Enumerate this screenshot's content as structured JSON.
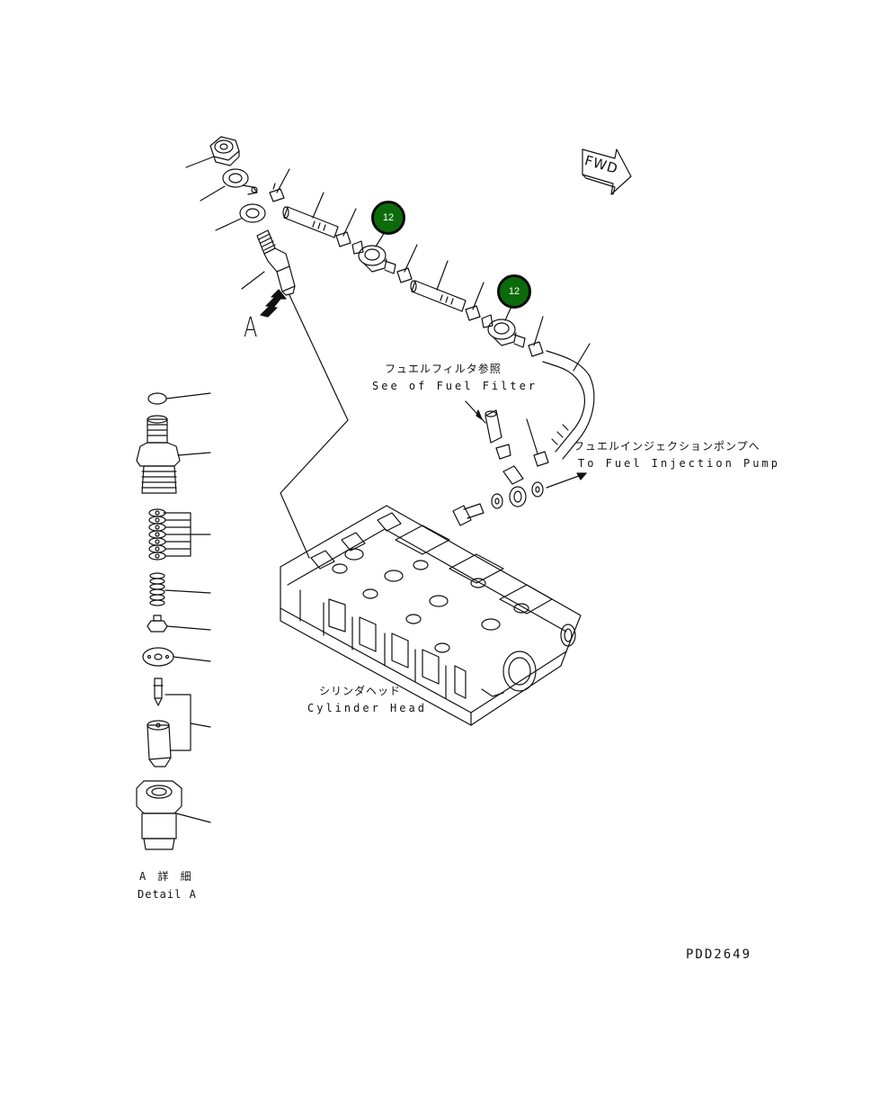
{
  "diagram": {
    "callouts": [
      "12",
      "12"
    ],
    "labels": {
      "fuel_filter_jp": "フュエルフィルタ参照",
      "fuel_filter_en": "See of Fuel Filter",
      "injection_pump_jp": "フュエルインジェクションポンプへ",
      "injection_pump_en": "To Fuel Injection Pump",
      "cylinder_head_jp": "シリンダヘッド",
      "cylinder_head_en": "Cylinder Head",
      "view_a": "A",
      "detail_a_jp": "A 詳 細",
      "detail_a_en": "Detail A",
      "fwd": "FWD",
      "drawing_code": "PDD2649"
    },
    "colors": {
      "callout_fill": "#0b6b0b",
      "line": "#111111"
    }
  }
}
